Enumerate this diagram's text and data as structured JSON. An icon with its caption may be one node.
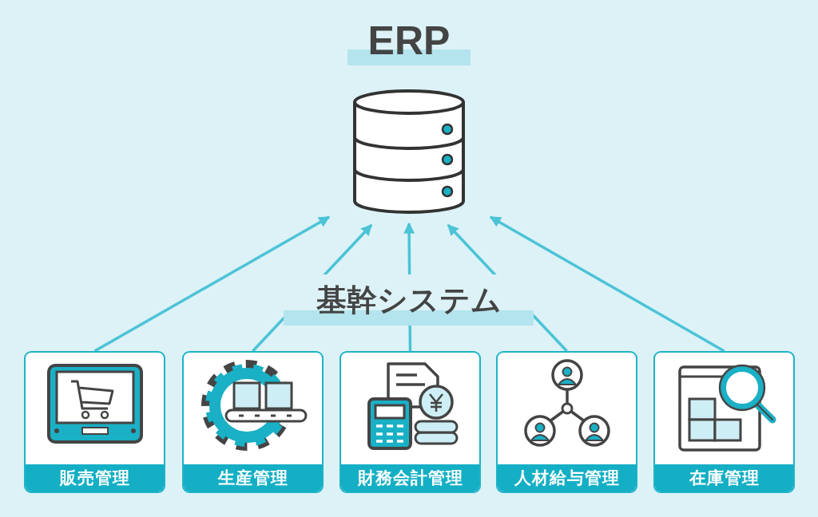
{
  "diagram": {
    "title": "ERP",
    "nodes": [
      {
        "text": [],
        "shape": "cylinder"
      },
      {
        "text": [
          "販売管理"
        ]
      },
      {
        "text": [
          "生産管理"
        ]
      },
      {
        "text": [
          "財務会計管理"
        ]
      },
      {
        "text": [
          "人材給与管理"
        ]
      },
      {
        "text": [
          "在庫管理"
        ]
      }
    ],
    "edges": [
      {
        "from": 1,
        "to": 0,
        "arrow": "to"
      },
      {
        "from": 2,
        "to": 0,
        "arrow": "to"
      },
      {
        "from": 3,
        "to": 0,
        "arrow": "to"
      },
      {
        "from": 4,
        "to": 0,
        "arrow": "to"
      },
      {
        "from": 5,
        "to": 0,
        "arrow": "to"
      }
    ],
    "labels": [
      "基幹システム"
    ]
  }
}
